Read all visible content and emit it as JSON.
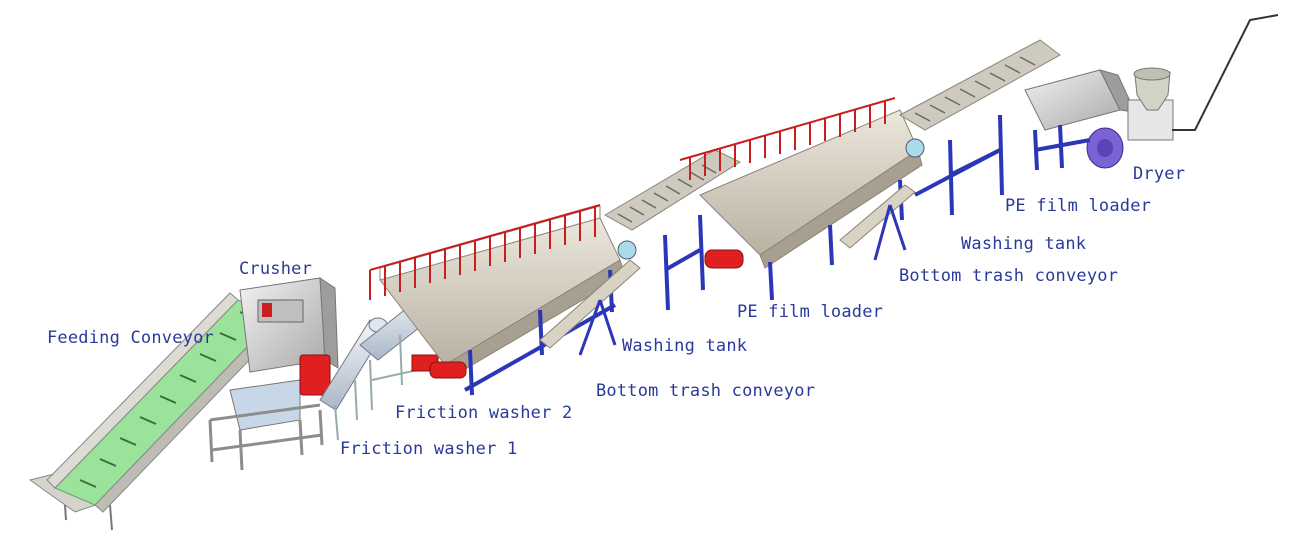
{
  "labels": {
    "feeding_conveyor": "Feeding Conveyor",
    "crusher": "Crusher",
    "friction_washer_1": "Friction washer 1",
    "friction_washer_2": "Friction washer 2",
    "washing_tank_1": "Washing tank",
    "bottom_trash_conveyor_1": "Bottom trash conveyor",
    "pe_film_loader_1": "PE film loader",
    "washing_tank_2": "Washing tank",
    "bottom_trash_conveyor_2": "Bottom trash conveyor",
    "pe_film_loader_2": "PE film loader",
    "dryer": "Dryer"
  },
  "colors": {
    "label_text": "#2a3a9c",
    "frame_blue": "#2b36b8",
    "tank_body": "#d9d3c5",
    "railing_red": "#c81e1e",
    "belt_green": "#9be39b",
    "motor_red": "#e02020",
    "blower_purple": "#7b63d6",
    "steel_grey": "#cfcfcf"
  }
}
